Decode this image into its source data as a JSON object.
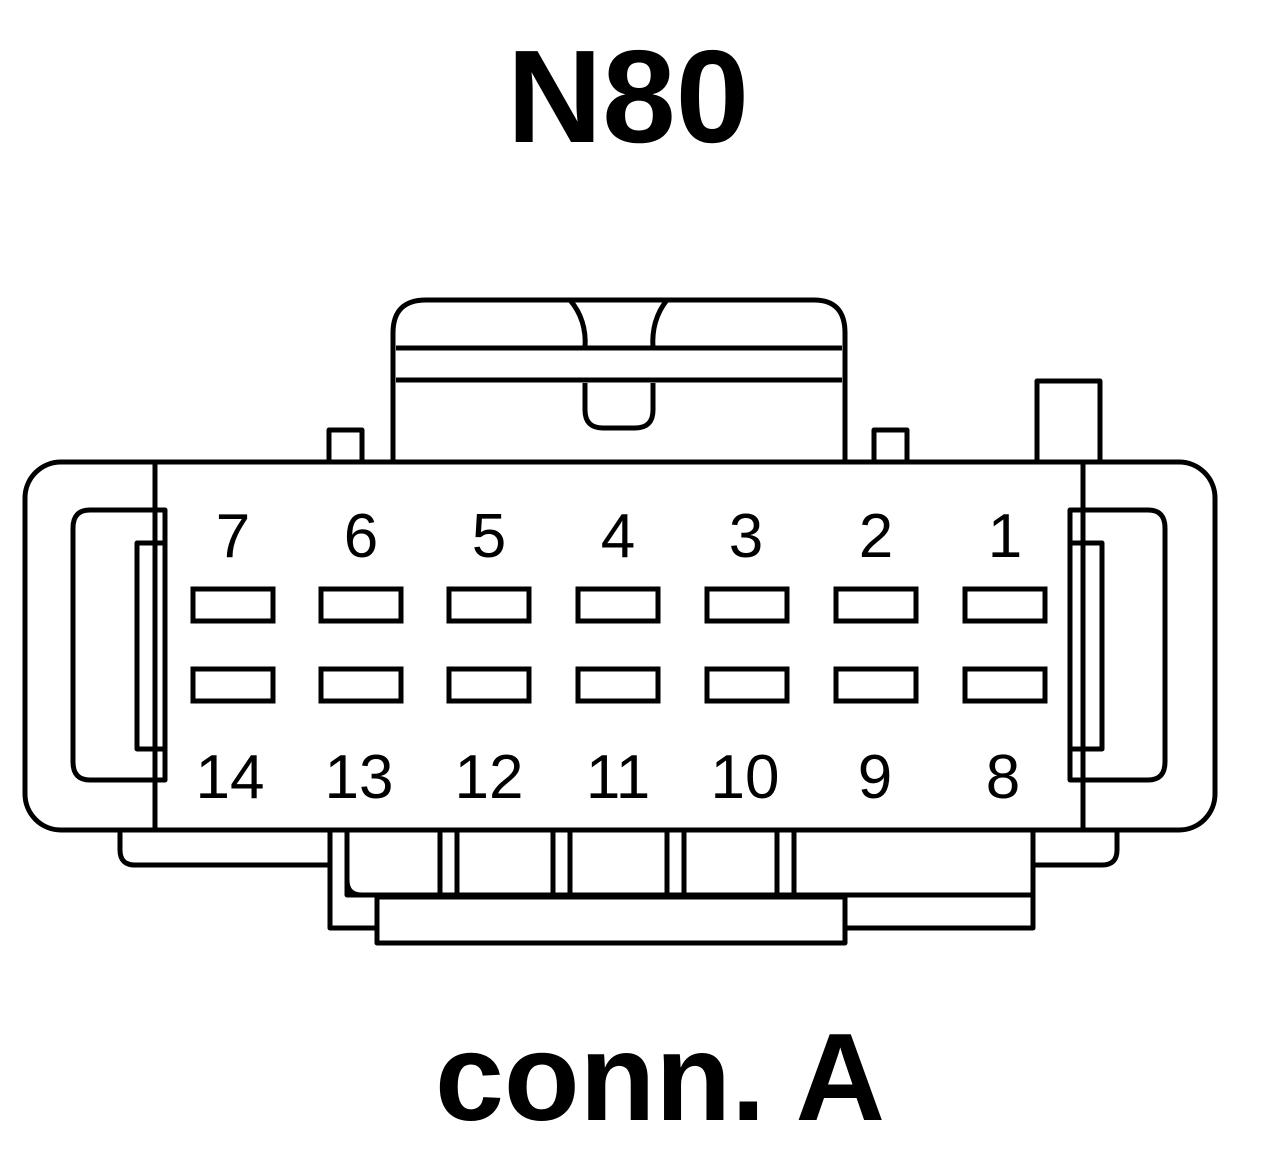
{
  "title": "N80",
  "subtitle": "conn. A",
  "connector": {
    "top_row_pins": [
      "7",
      "6",
      "5",
      "4",
      "3",
      "2",
      "1"
    ],
    "bottom_row_pins": [
      "14",
      "13",
      "12",
      "11",
      "10",
      "9",
      "8"
    ]
  }
}
